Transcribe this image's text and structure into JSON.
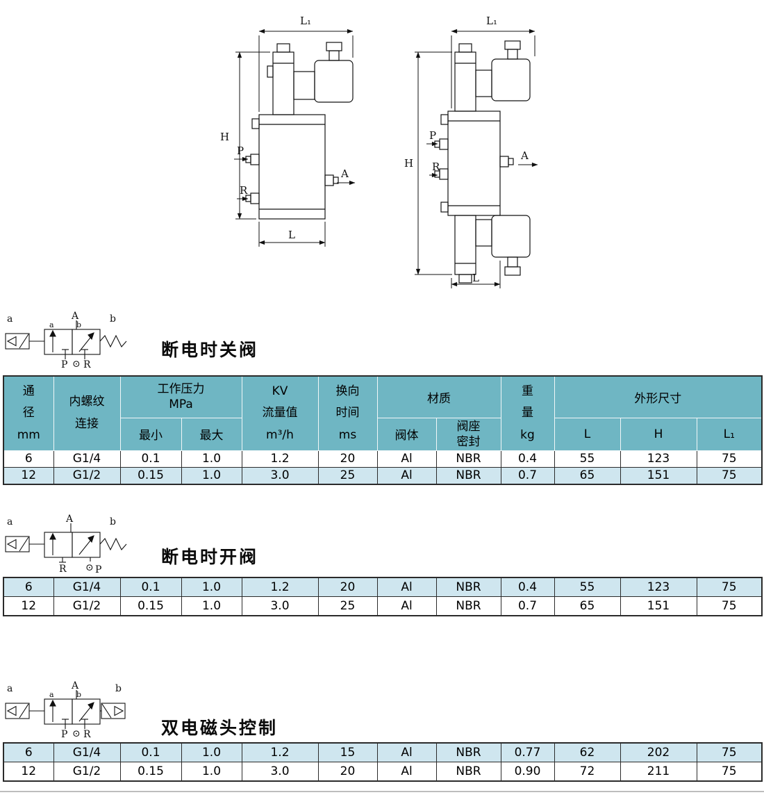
{
  "colors": {
    "table_header_bg": "#6fb6c3",
    "row_highlight_bg": "#cfe6ef",
    "line_color": "#111111"
  },
  "drawings": {
    "left": {
      "l1": "L₁",
      "h": "H",
      "l": "L",
      "p": "P",
      "r": "R",
      "a": "A"
    },
    "right": {
      "l1": "L₁",
      "h": "H",
      "l": "L",
      "p": "P",
      "r": "R",
      "a": "A"
    }
  },
  "table_header": {
    "diameter_l1": "通",
    "diameter_l2": "径",
    "diameter_l3": "mm",
    "thread_l1": "内螺纹",
    "thread_l2": "连接",
    "pressure_l1": "工作压力",
    "pressure_l2": "MPa",
    "pressure_min": "最小",
    "pressure_max": "最大",
    "kv_l1": "KV",
    "kv_l2": "流量值",
    "kv_l3": "m³/h",
    "time_l1": "换向",
    "time_l2": "时间",
    "time_l3": "ms",
    "material": "材质",
    "material_body": "阀体",
    "material_seal_l1": "阀座",
    "material_seal_l2": "密封",
    "weight_l1": "重",
    "weight_l2": "量",
    "weight_l3": "kg",
    "dimensions": "外形尺寸",
    "dim_l": "L",
    "dim_h": "H",
    "dim_l1": "L₁"
  },
  "sections": [
    {
      "heading": "断电时关阀",
      "symbol": {
        "top_left": "a",
        "top_mid": "A",
        "top_right": "b",
        "inner_left": "a",
        "inner_right": "b",
        "bot_left": "P",
        "bot_mid": "⊙",
        "bot_right": "R"
      },
      "rows": [
        [
          "6",
          "G1/4",
          "0.1",
          "1.0",
          "1.2",
          "20",
          "Al",
          "NBR",
          "0.4",
          "55",
          "123",
          "75"
        ],
        [
          "12",
          "G1/2",
          "0.15",
          "1.0",
          "3.0",
          "25",
          "Al",
          "NBR",
          "0.7",
          "65",
          "151",
          "75"
        ]
      ]
    },
    {
      "heading": "断电时开阀",
      "symbol": {
        "top_left": "a",
        "top_mid": "A",
        "top_right": "b",
        "inner_left": "",
        "inner_right": "",
        "bot_left": "R",
        "bot_mid": "⊙",
        "bot_right": "P"
      },
      "rows": [
        [
          "6",
          "G1/4",
          "0.1",
          "1.0",
          "1.2",
          "20",
          "Al",
          "NBR",
          "0.4",
          "55",
          "123",
          "75"
        ],
        [
          "12",
          "G1/2",
          "0.15",
          "1.0",
          "3.0",
          "25",
          "Al",
          "NBR",
          "0.7",
          "65",
          "151",
          "75"
        ]
      ]
    },
    {
      "heading": "双电磁头控制",
      "symbol": {
        "top_left": "a",
        "top_mid": "A",
        "top_right": "b",
        "inner_left": "a",
        "inner_right": "b",
        "bot_left": "P",
        "bot_mid": "⊙",
        "bot_right": "R"
      },
      "rows": [
        [
          "6",
          "G1/4",
          "0.1",
          "1.0",
          "1.2",
          "15",
          "Al",
          "NBR",
          "0.77",
          "62",
          "202",
          "75"
        ],
        [
          "12",
          "G1/2",
          "0.15",
          "1.0",
          "3.0",
          "20",
          "Al",
          "NBR",
          "0.90",
          "72",
          "211",
          "75"
        ]
      ]
    }
  ]
}
